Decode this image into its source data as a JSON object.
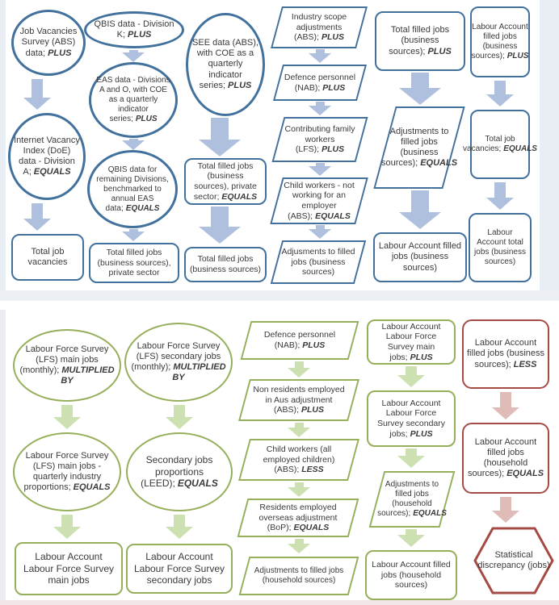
{
  "colors": {
    "blue_border": "#41719C",
    "blue_arrow": "#AFC0DE",
    "green_border": "#95AF5A",
    "green_arrow": "#CDE0B2",
    "red_border": "#A64A44",
    "red_arrow": "#DFBCB8"
  },
  "top": {
    "c1": [
      {
        "text": "Job Vacancies Survey (ABS) data;",
        "op": "PLUS"
      },
      {
        "text": "Internet Vacancy Index (DoE) data - Division A;",
        "op": "EQUALS"
      },
      {
        "text": "Total job vacancies"
      }
    ],
    "c2": [
      {
        "text": "QBIS data - Division K;",
        "op": "PLUS"
      },
      {
        "text": "EAS data - Divisions A and O, with COE as a quarterly indicator series;",
        "op": "PLUS"
      },
      {
        "text": "QBIS data for remaining Divisions, benchmarked to annual EAS data;",
        "op": "EQUALS"
      },
      {
        "text": "Total filled jobs (business sources), private sector"
      }
    ],
    "c3": [
      {
        "text": "SEE data (ABS), with COE as a quarterly indicator series;",
        "op": "PLUS"
      },
      {
        "text": "Total filled jobs (business sources), private sector;",
        "op": "EQUALS"
      },
      {
        "text": "Total filled jobs (business sources)"
      }
    ],
    "c4": [
      {
        "text": "Industry scope adjustments (ABS);",
        "op": "PLUS"
      },
      {
        "text": "Defence personnel (NAB);",
        "op": "PLUS"
      },
      {
        "text": "Contributing family workers (LFS);",
        "op": "PLUS"
      },
      {
        "text": "Child workers - not working for an employer (ABS);",
        "op": "EQUALS"
      },
      {
        "text": "Adjusments to filled jobs (business sources)"
      }
    ],
    "c5": [
      {
        "text": "Total filled jobs (business sources);",
        "op": "PLUS"
      },
      {
        "text": "Adjustments to filled jobs (business sources);",
        "op": "EQUALS"
      },
      {
        "text": "Labour Account filled jobs (business sources)"
      }
    ],
    "c6": [
      {
        "text": "Labour Account filled jobs (business sources);",
        "op": "PLUS"
      },
      {
        "text": "Total job vacancies;",
        "op": "EQUALS"
      },
      {
        "text": "Labour Account total jobs (business sources)"
      }
    ]
  },
  "bottom": {
    "c1": [
      {
        "text": "Labour Force Survey (LFS) main jobs (monthly);",
        "op": "MULTIPLIED BY"
      },
      {
        "text": "Labour Force Survey (LFS) main jobs - quarterly industry proportions;",
        "op": "EQUALS"
      },
      {
        "text": "Labour Account Labour Force Survey main jobs"
      }
    ],
    "c2": [
      {
        "text": "Labour Force Survey (LFS) secondary jobs (monthly);",
        "op": "MULTIPLIED BY"
      },
      {
        "text": "Secondary jobs proportions (LEED);",
        "op": "EQUALS"
      },
      {
        "text": "Labour Account Labour Force Survey secondary jobs"
      }
    ],
    "c3": [
      {
        "text": "Defence personnel (NAB);",
        "op": "PLUS"
      },
      {
        "text": "Non residents employed in Aus adjustment (ABS);",
        "op": "PLUS"
      },
      {
        "text": "Child workers (all employed children) (ABS);",
        "op": "LESS"
      },
      {
        "text": "Residents employed overseas adjustment (BoP);",
        "op": "EQUALS"
      },
      {
        "text": "Adjustments to filled jobs (household sources)"
      }
    ],
    "c4": [
      {
        "text": "Labour Account Labour Force Survey main jobs;",
        "op": "PLUS"
      },
      {
        "text": "Labour Account Labour Force Survey secondary jobs;",
        "op": "PLUS"
      },
      {
        "text": "Adjustments to filled jobs (household sources);",
        "op": "EQUALS"
      },
      {
        "text": "Labour Account filled jobs (household sources)"
      }
    ],
    "c5": [
      {
        "text": "Labour Account filled jobs (business sources);",
        "op": "LESS"
      },
      {
        "text": "Labour Account filled jobs (household sources);",
        "op": "EQUALS"
      },
      {
        "text": "Statistical discrepancy (jobs)"
      }
    ]
  }
}
